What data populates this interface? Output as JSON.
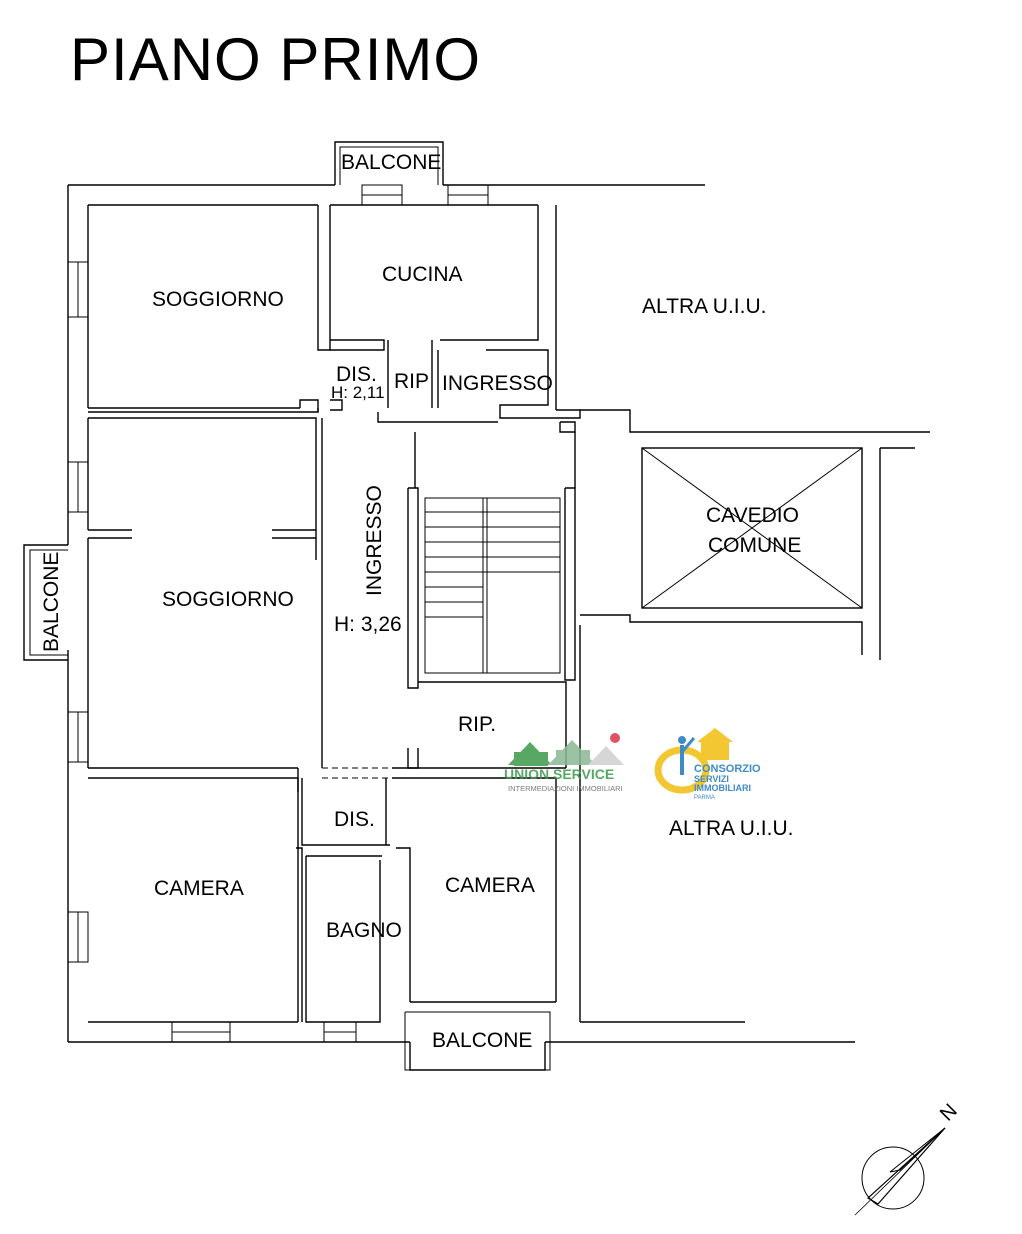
{
  "title": "PIANO PRIMO",
  "rooms": {
    "soggiorno_top": "SOGGIORNO",
    "cucina": "CUCINA",
    "altra_uiu_top": "ALTRA U.I.U.",
    "dis_top": "DIS.",
    "dis_top_height": "H: 2,11",
    "rip_top": "RIP",
    "ingresso_top": "INGRESSO",
    "soggiorno_mid": "SOGGIORNO",
    "ingresso_vertical": "INGRESSO",
    "ingresso_height": "H: 3,26",
    "cavedio_line1": "CAVEDIO",
    "cavedio_line2": "COMUNE",
    "rip_mid": "RIP.",
    "altra_uiu_bottom": "ALTRA U.I.U.",
    "dis_bottom": "DIS.",
    "camera_left": "CAMERA",
    "camera_right": "CAMERA",
    "bagno": "BAGNO",
    "balcone_top": "BALCONE",
    "balcone_left": "BALCONE",
    "balcone_bottom": "BALCONE"
  },
  "logos": {
    "union_service": "UNION SERVICE",
    "union_service_sub": "INTERMEDIAZIONI IMMOBILIARI",
    "consorzio_line1": "CONSORZIO",
    "consorzio_line2": "SERVIZI",
    "consorzio_line3": "IMMOBILIARI",
    "consorzio_line4": "PARMA"
  },
  "compass": {
    "north_label": "N"
  },
  "colors": {
    "union_green": "#3b9a4a",
    "consorzio_blue": "#2a7fc1",
    "consorzio_yellow": "#f2c21b"
  }
}
